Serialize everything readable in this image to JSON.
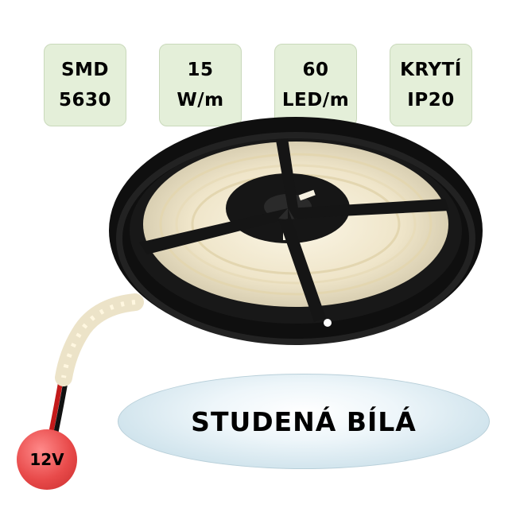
{
  "badges": [
    {
      "line1": "SMD",
      "line2": "5630"
    },
    {
      "line1": "15",
      "line2": "W/m"
    },
    {
      "line1": "60",
      "line2": "LED/m"
    },
    {
      "line1": "KRYTÍ",
      "line2": "IP20"
    }
  ],
  "color_label": "STUDENÁ BÍLÁ",
  "voltage_label": "12V",
  "colors": {
    "badge_bg": "#e4efd9",
    "reel": "#1c1c1c",
    "led_strip": "#f3ecd8",
    "voltage_badge": "#e84a4a"
  }
}
